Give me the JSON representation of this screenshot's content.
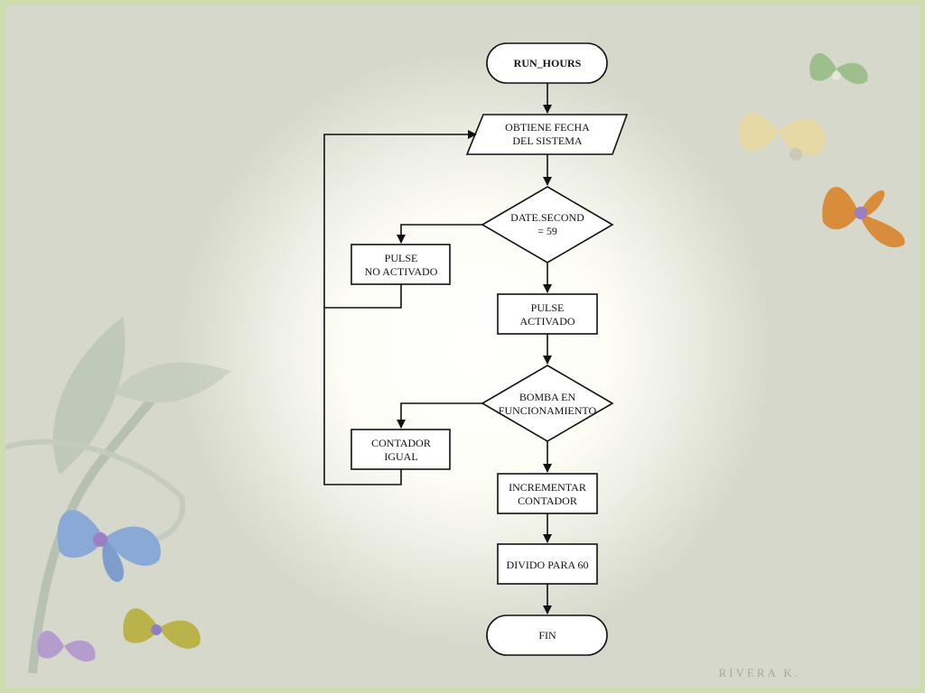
{
  "flowchart": {
    "start": "RUN_HOURS",
    "input_line1": "OBTIENE FECHA",
    "input_line2": "DEL SISTEMA",
    "decision1_line1": "DATE.SECOND",
    "decision1_line2": "= 59",
    "pulse_off_line1": "PULSE",
    "pulse_off_line2": "NO ACTIVADO",
    "pulse_on_line1": "PULSE",
    "pulse_on_line2": "ACTIVADO",
    "decision2_line1": "BOMBA EN",
    "decision2_line2": "FUNCIONAMIENTO",
    "counter_eq_line1": "CONTADOR",
    "counter_eq_line2": "IGUAL",
    "increment_line1": "INCREMENTAR",
    "increment_line2": "CONTADOR",
    "divide": "DIVIDO PARA 60",
    "end": "FIN"
  },
  "footer": {
    "author": "RIVERA K."
  },
  "decor": {
    "butterflies": [
      "butterfly-icon",
      "butterfly-icon",
      "butterfly-icon",
      "butterfly-icon",
      "butterfly-icon",
      "butterfly-icon"
    ],
    "plant": "leaf-icon",
    "colors": {
      "frame": "#cfdcae",
      "butterfly_orange": "#d98c3a",
      "butterfly_tan": "#e6d9a6",
      "butterfly_green": "#9dbf8c",
      "butterfly_blue": "#8aa9d6",
      "butterfly_olive": "#b9b34a",
      "butterfly_purple": "#b59ccf"
    }
  }
}
